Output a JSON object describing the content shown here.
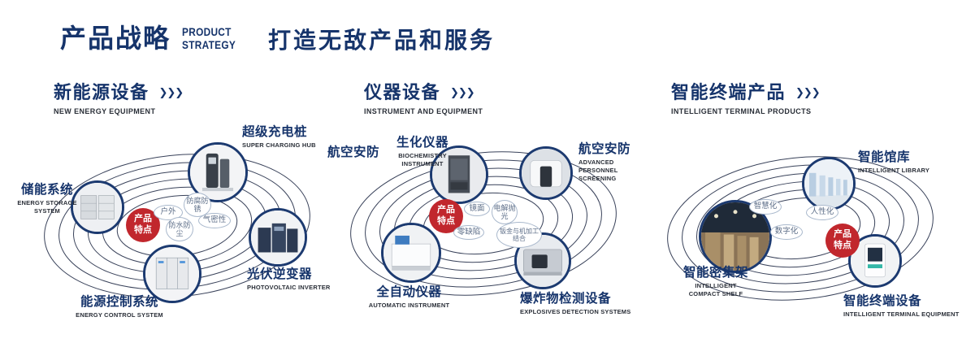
{
  "header": {
    "title": "产品战略",
    "title_en_line1": "PRODUCT",
    "title_en_line2": "STRATEGY",
    "tagline": "打造无敌产品和服务"
  },
  "icons": {
    "chevrons": "❯❯❯"
  },
  "colors": {
    "navy": "#16346b",
    "badge_red": "#c1272d"
  },
  "badge_label": "产品特点",
  "sections": [
    {
      "title": "新能源设备",
      "subtitle": "NEW ENERGY EQUIPMENT",
      "products": [
        {
          "name": "超级充电桩",
          "en": "SUPER CHARGING HUB"
        },
        {
          "name": "储能系统",
          "en": "ENERGY STORAGE SYSTEM"
        },
        {
          "name": "光伏逆变器",
          "en": "PHOTOVOLTAIC INVERTER"
        },
        {
          "name": "能源控制系统",
          "en": "ENERGY CONTROL SYSTEM"
        }
      ],
      "features": [
        "户外",
        "防腐防锈",
        "气密性",
        "防水防尘"
      ]
    },
    {
      "title": "仪器设备",
      "subtitle": "INSTRUMENT AND EQUIPMENT",
      "side_label": "航空安防",
      "products": [
        {
          "name": "生化仪器",
          "en": "BIOCHEMISTRY INSTRUMENT"
        },
        {
          "name": "航空安防",
          "en": "ADVANCED PERSONNEL SCREENING"
        },
        {
          "name": "全自动仪器",
          "en": "AUTOMATIC INSTRUMENT"
        },
        {
          "name": "爆炸物检测设备",
          "en": "EXPLOSIVES DETECTION SYSTEMS"
        }
      ],
      "features": [
        "镜面",
        "电解抛光",
        "零缺陷",
        "钣金与机加工结合"
      ]
    },
    {
      "title": "智能终端产品",
      "subtitle": "INTELLIGENT TERMINAL PRODUCTS",
      "products": [
        {
          "name": "智能馆库",
          "en": "INTELLIGENT LIBRARY"
        },
        {
          "name": "智能密集架",
          "en": "INTELLIGENT COMPACT SHELF"
        },
        {
          "name": "智能终端设备",
          "en": "INTELLIGENT TERMINAL EQUIPMENT"
        }
      ],
      "features": [
        "智慧化",
        "人性化",
        "数字化"
      ]
    }
  ]
}
